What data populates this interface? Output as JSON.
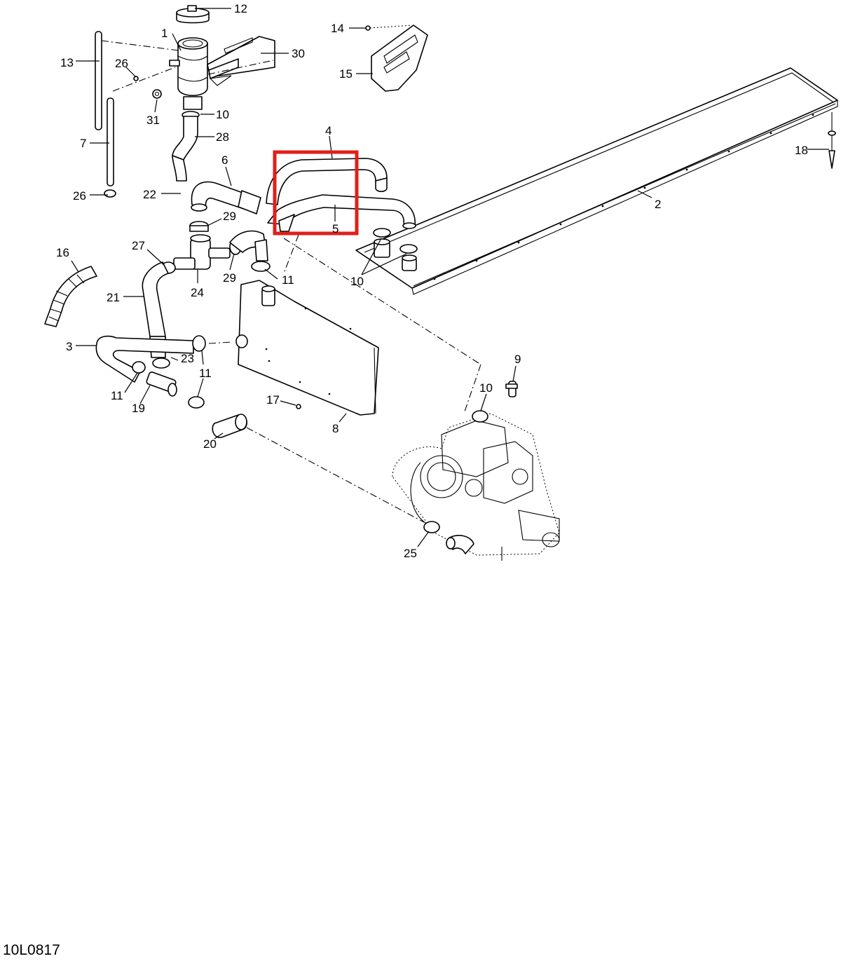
{
  "highlight_color": "#e0201b",
  "figure_id": "10L0817",
  "callouts": {
    "c1": "1",
    "c2": "2",
    "c3": "3",
    "c4": "4",
    "c5": "5",
    "c6": "6",
    "c7": "7",
    "c8": "8",
    "c9": "9",
    "c10a": "10",
    "c10b": "10",
    "c10c": "10",
    "c11a": "11",
    "c11b": "11",
    "c11c": "11",
    "c12": "12",
    "c13": "13",
    "c14": "14",
    "c15": "15",
    "c16": "16",
    "c17": "17",
    "c18": "18",
    "c19": "19",
    "c20": "20",
    "c21": "21",
    "c22": "22",
    "c23": "23",
    "c24": "24",
    "c25": "25",
    "c26a": "26",
    "c26b": "26",
    "c27": "27",
    "c28": "28",
    "c29a": "29",
    "c29b": "29",
    "c30": "30",
    "c31": "31"
  }
}
